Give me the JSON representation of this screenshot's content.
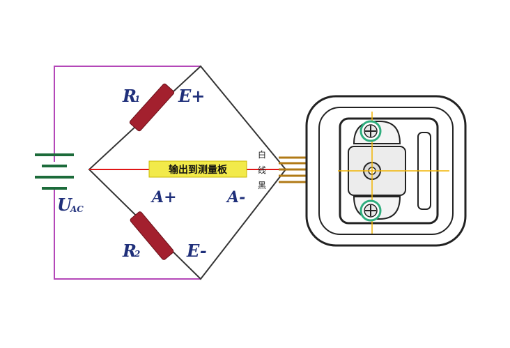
{
  "labels": {
    "r1": "R",
    "r1_sub": "1",
    "r2": "R",
    "r2_sub": "2",
    "e_plus": "E+",
    "e_minus": "E-",
    "a_plus": "A+",
    "a_minus": "A-",
    "u": "U",
    "u_sub": "AC",
    "output_box": "输出到测量板",
    "vertical_char_1": "白",
    "vertical_char_2": "线",
    "vertical_char_3": "黑"
  },
  "colors": {
    "supply_wire": "#b447b8",
    "bridge_wire": "#333333",
    "signal_wire": "#e01515",
    "resistor": "#a3202e",
    "label_box": "#f2ea4a",
    "label_text": "#1f2f7a",
    "axis_line": "#f2b400"
  }
}
